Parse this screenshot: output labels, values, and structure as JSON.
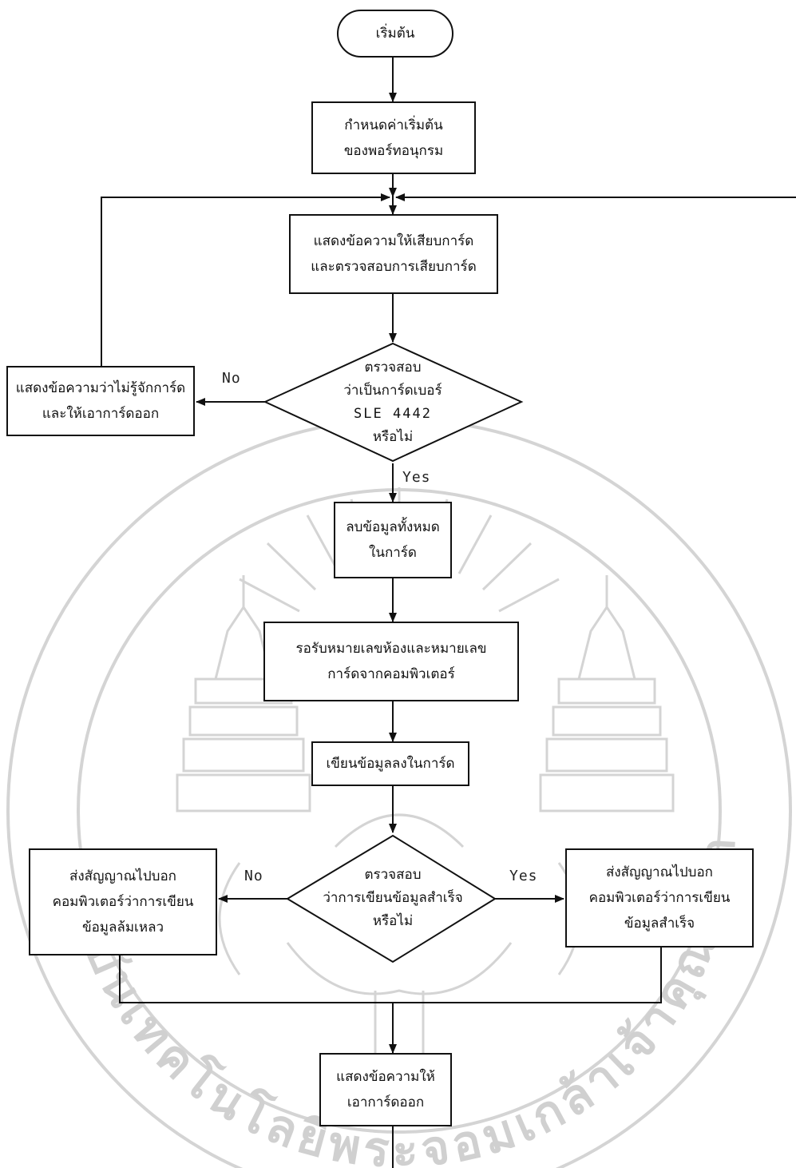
{
  "watermark": {
    "color": "#cfcfcf",
    "text_left": "สถาบันเทคโนโลยีพระจอมเกล้าเจ้าคุณทหารลาดกระบัง"
  },
  "nodes": {
    "start": {
      "text": "เริ่มต้น"
    },
    "init": {
      "line1": "กำหนดค่าเริ่มต้น",
      "line2": "ของพอร์ทอนุกรม"
    },
    "show_insert": {
      "line1": "แสดงข้อความให้เสียบการ์ด",
      "line2": "และตรวจสอบการเสียบการ์ด"
    },
    "check_card": {
      "line1": "ตรวจสอบ",
      "line2": "ว่าเป็นการ์ดเบอร์",
      "line3": "SLE 4442",
      "line4": "หรือไม่"
    },
    "unknown_card": {
      "line1": "แสดงข้อความว่าไม่รู้จักการ์ด",
      "line2": "และให้เอาการ์ดออก"
    },
    "erase": {
      "line1": "ลบข้อมูลทั้งหมด",
      "line2": "ในการ์ด"
    },
    "wait_numbers": {
      "line1": "รอรับหมายเลขห้องและหมายเลข",
      "line2": "การ์ดจากคอมพิวเตอร์"
    },
    "write": {
      "text": "เขียนข้อมูลลงในการ์ด"
    },
    "check_write": {
      "line1": "ตรวจสอบ",
      "line2": "ว่าการเขียนข้อมูลสำเร็จ",
      "line3": "หรือไม่"
    },
    "fail_signal": {
      "line1": "ส่งสัญญาณไปบอก",
      "line2": "คอมพิวเตอร์ว่าการเขียน",
      "line3": "ข้อมูลล้มเหลว"
    },
    "success_signal": {
      "line1": "ส่งสัญญาณไปบอก",
      "line2": "คอมพิวเตอร์ว่าการเขียน",
      "line3": "ข้อมูลสำเร็จ"
    },
    "remove_card": {
      "line1": "แสดงข้อความให้",
      "line2": "เอาการ์ดออก"
    }
  },
  "edges": {
    "card_no": "No",
    "card_yes": "Yes",
    "write_no": "No",
    "write_yes": "Yes"
  }
}
